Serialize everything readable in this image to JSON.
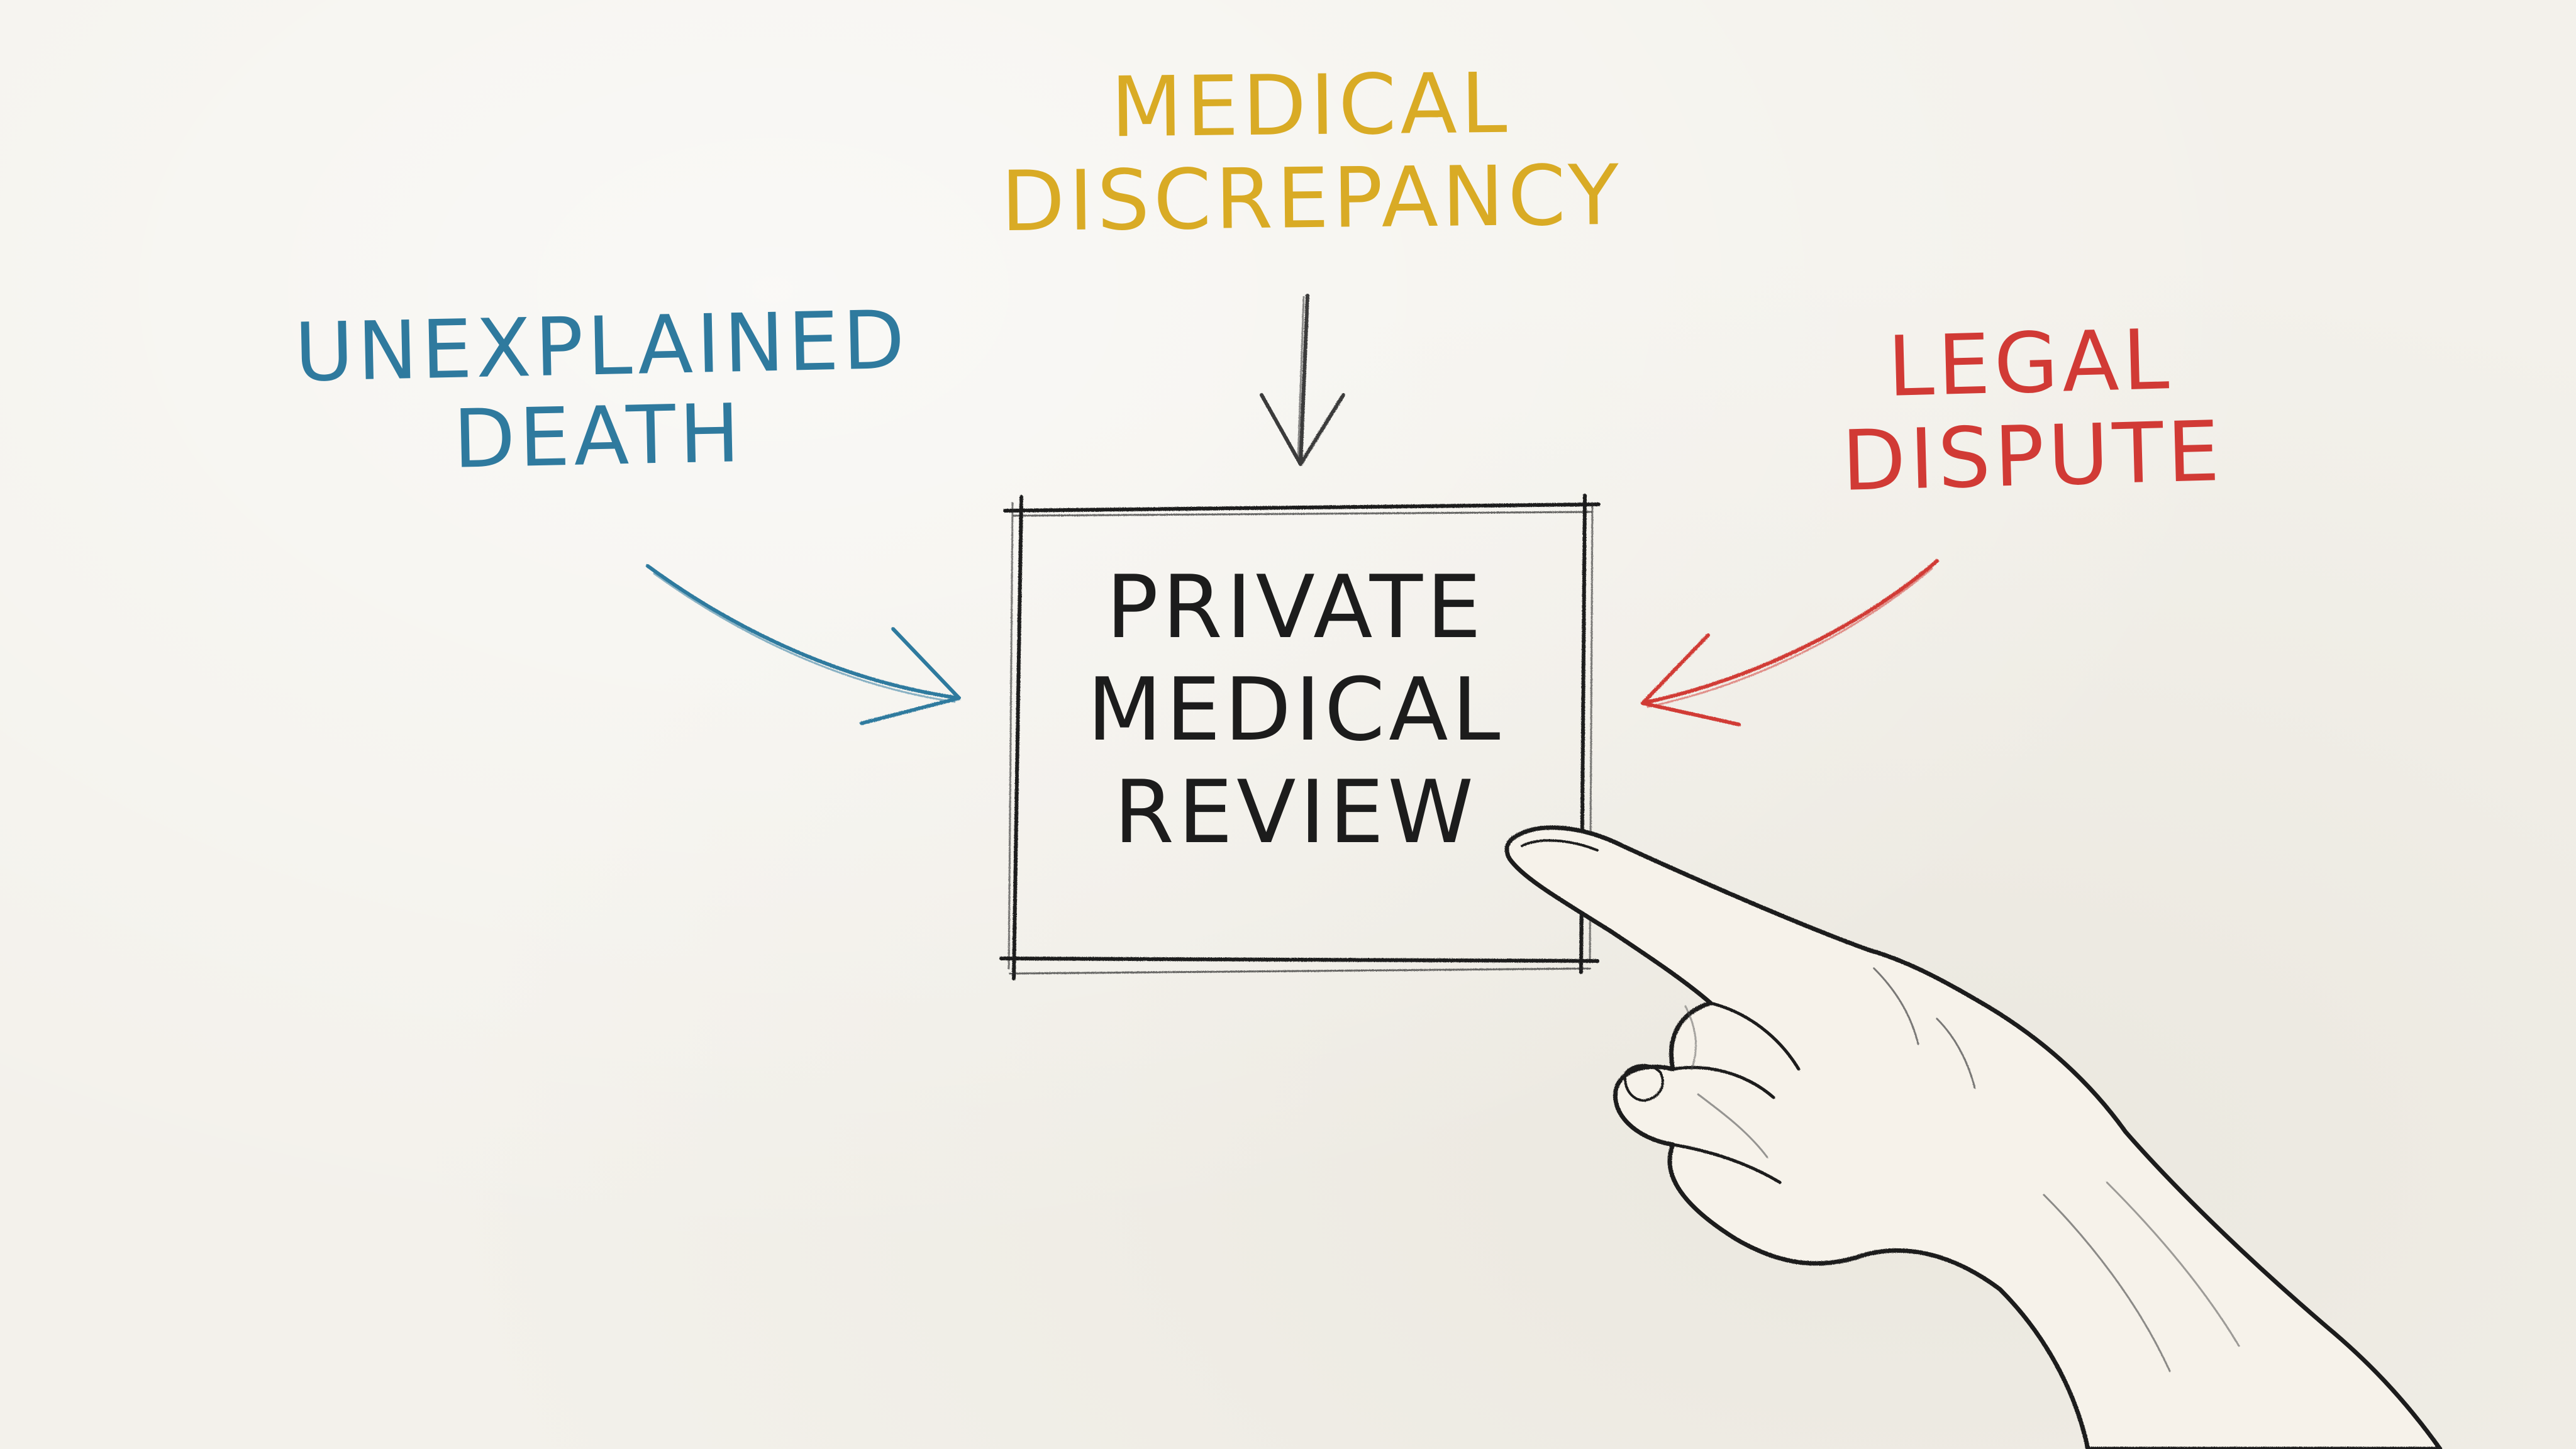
{
  "diagram": {
    "center": {
      "lines": [
        "PRIVATE",
        "MEDICAL",
        "REVIEW"
      ]
    },
    "inputs": [
      {
        "id": "top",
        "lines": [
          "MEDICAL",
          "DISCREPANCY"
        ],
        "color": "#d9ab25"
      },
      {
        "id": "left",
        "lines": [
          "UNEXPLAINED",
          "DEATH"
        ],
        "color": "#2f7a9e"
      },
      {
        "id": "right",
        "lines": [
          "LEGAL",
          "DISPUTE"
        ],
        "color": "#d13a35"
      }
    ],
    "colors": {
      "ink": "#1c1c1c",
      "paper": "#f3f1eb"
    },
    "icons": [
      "pointing-hand-icon"
    ]
  }
}
